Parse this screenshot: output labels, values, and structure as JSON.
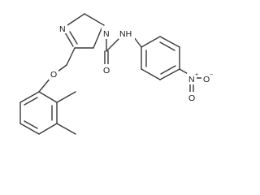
{
  "atoms": {
    "n_ring": "N",
    "n_amide_ring": "N",
    "nh": "NH",
    "o_carbonyl": "O",
    "o_ether": "O",
    "n_nitro": "N",
    "n_nitro_charge": "+",
    "o_nitro_1": "O",
    "o_nitro_1_charge": "−",
    "o_nitro_2": "O"
  },
  "colors": {
    "bond": "#3a3a3a",
    "label": "#1a1a1a",
    "background": "#ffffff"
  }
}
